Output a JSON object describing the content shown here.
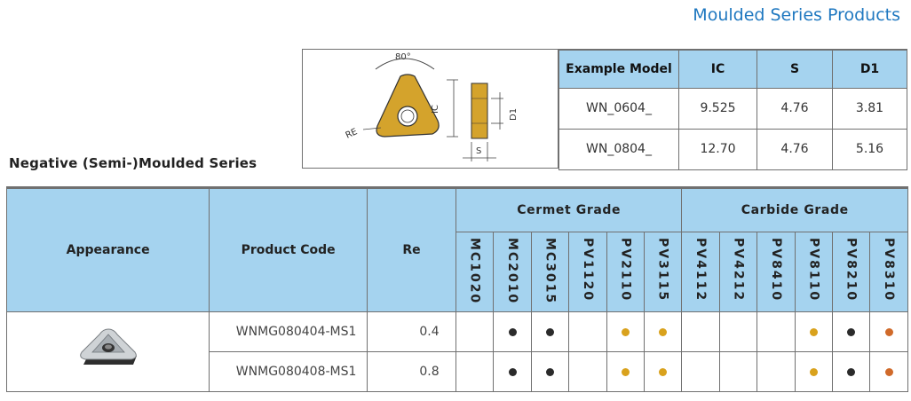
{
  "header": {
    "title": "Moulded Series Products"
  },
  "diagram": {
    "angle": "80°",
    "re": "RE",
    "ic": "IC",
    "d1": "D1",
    "s": "S"
  },
  "dim_table": {
    "headers": [
      "Example Model",
      "IC",
      "S",
      "D1"
    ],
    "rows": [
      [
        "WN_0604_",
        "9.525",
        "4.76",
        "3.81"
      ],
      [
        "WN_0804_",
        "12.70",
        "4.76",
        "5.16"
      ]
    ]
  },
  "section": {
    "title": "Negative (Semi-)Moulded Series"
  },
  "main_table": {
    "headers": {
      "appearance": "Appearance",
      "code": "Product Code",
      "re": "Re"
    },
    "cermet_label": "Cermet Grade",
    "carbide_label": "Carbide Grade",
    "cermet_grades": [
      "MC1020",
      "MC2010",
      "MC3015",
      "PV1120",
      "PV2110",
      "PV3115"
    ],
    "carbide_grades": [
      "PV4112",
      "PV4212",
      "PV8410",
      "PV8110",
      "PV8210",
      "PV8310"
    ],
    "rows": [
      {
        "code": "WNMG080404-MS1",
        "re": "0.4",
        "cermet": [
          "",
          "black",
          "black",
          "",
          "gold",
          "gold"
        ],
        "carbide": [
          "",
          "",
          "",
          "gold",
          "black",
          "orange"
        ]
      },
      {
        "code": "WNMG080408-MS1",
        "re": "0.8",
        "cermet": [
          "",
          "black",
          "black",
          "",
          "gold",
          "gold"
        ],
        "carbide": [
          "",
          "",
          "",
          "gold",
          "black",
          "orange"
        ]
      }
    ]
  },
  "colors": {
    "header_blue": "#1f78c0",
    "header_bg": "#a5d3ef",
    "dot_black": "#2b2b2b",
    "dot_gold": "#d9a21d",
    "dot_orange": "#d06a2a",
    "insert_gold": "#d4a32c"
  }
}
